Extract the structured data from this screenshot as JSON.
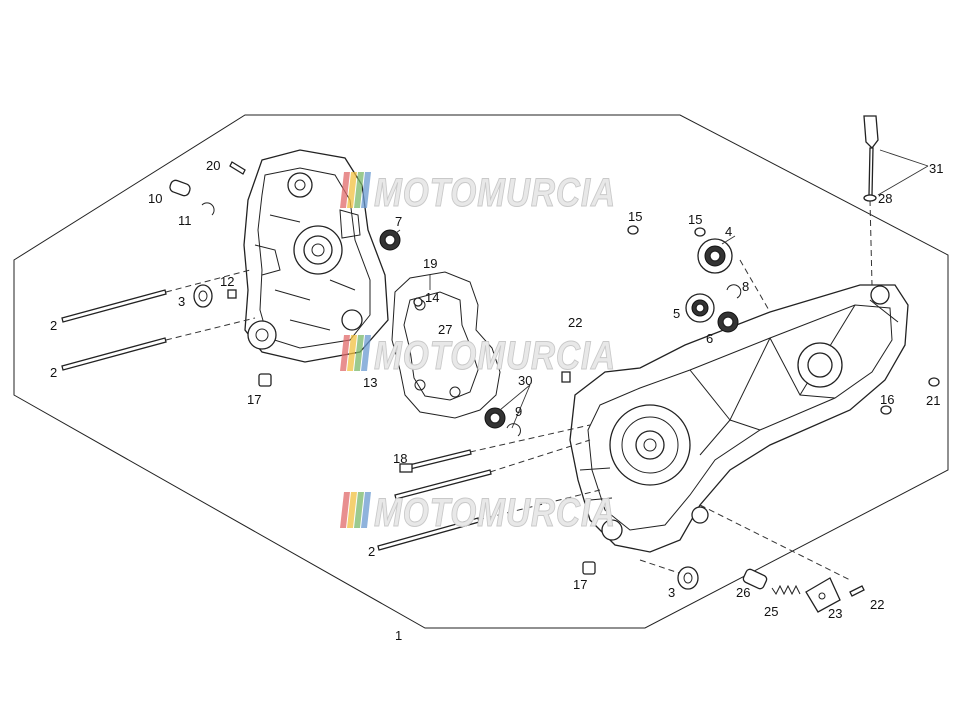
{
  "watermark": {
    "text": "MOTOMURCIA",
    "stripe_colors": [
      "#e06a6a",
      "#f0c040",
      "#7ab86a",
      "#6a9ad0"
    ]
  },
  "callouts": [
    {
      "id": "c1",
      "label": "1"
    },
    {
      "id": "c2a",
      "label": "2"
    },
    {
      "id": "c2b",
      "label": "2"
    },
    {
      "id": "c2c",
      "label": "2"
    },
    {
      "id": "c3a",
      "label": "3"
    },
    {
      "id": "c3b",
      "label": "3"
    },
    {
      "id": "c4",
      "label": "4"
    },
    {
      "id": "c5",
      "label": "5"
    },
    {
      "id": "c6",
      "label": "6"
    },
    {
      "id": "c7",
      "label": "7"
    },
    {
      "id": "c8",
      "label": "8"
    },
    {
      "id": "c9",
      "label": "9"
    },
    {
      "id": "c10",
      "label": "10"
    },
    {
      "id": "c11",
      "label": "11"
    },
    {
      "id": "c12",
      "label": "12"
    },
    {
      "id": "c13",
      "label": "13"
    },
    {
      "id": "c14",
      "label": "14"
    },
    {
      "id": "c15a",
      "label": "15"
    },
    {
      "id": "c15b",
      "label": "15"
    },
    {
      "id": "c16",
      "label": "16"
    },
    {
      "id": "c17a",
      "label": "17"
    },
    {
      "id": "c17b",
      "label": "17"
    },
    {
      "id": "c18",
      "label": "18"
    },
    {
      "id": "c19",
      "label": "19"
    },
    {
      "id": "c20",
      "label": "20"
    },
    {
      "id": "c21",
      "label": "21"
    },
    {
      "id": "c22a",
      "label": "22"
    },
    {
      "id": "c22b",
      "label": "22"
    },
    {
      "id": "c23",
      "label": "23"
    },
    {
      "id": "c25",
      "label": "25"
    },
    {
      "id": "c26",
      "label": "26"
    },
    {
      "id": "c27",
      "label": "27"
    },
    {
      "id": "c28",
      "label": "28"
    },
    {
      "id": "c30",
      "label": "30"
    },
    {
      "id": "c31",
      "label": "31"
    }
  ]
}
